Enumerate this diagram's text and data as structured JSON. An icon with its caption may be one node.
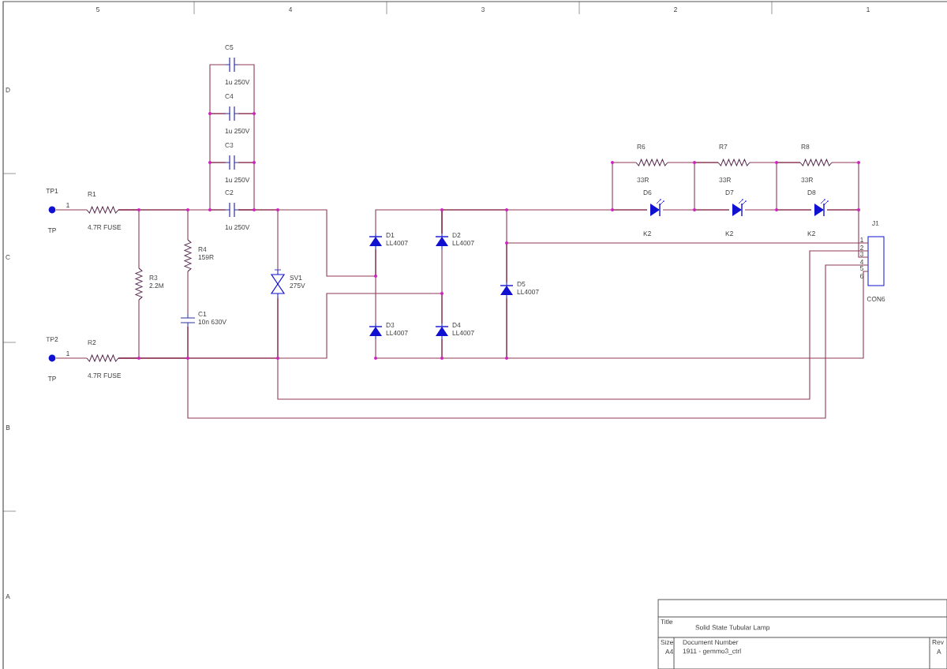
{
  "diagram": {
    "nodes": [
      {
        "text": [
          "TP1",
          "TP"
        ]
      },
      {
        "text": [
          "R1",
          "4.7R FUSE"
        ]
      },
      {
        "text": [
          "TP2",
          "TP"
        ]
      },
      {
        "text": [
          "R2",
          "4.7R FUSE"
        ]
      },
      {
        "text": [
          "R3",
          "2.2M"
        ]
      },
      {
        "text": [
          "R4",
          "159R"
        ]
      },
      {
        "text": [
          "C1",
          "10n 630V"
        ]
      },
      {
        "text": [
          "C5",
          "1u 250V"
        ]
      },
      {
        "text": [
          "C4",
          "1u 250V"
        ]
      },
      {
        "text": [
          "C3",
          "1u 250V"
        ]
      },
      {
        "text": [
          "C2",
          "1u 250V"
        ]
      },
      {
        "text": [
          "SV1",
          "275V"
        ]
      },
      {
        "text": [
          "D1",
          "LL4007"
        ]
      },
      {
        "text": [
          "D2",
          "LL4007"
        ]
      },
      {
        "text": [
          "D3",
          "LL4007"
        ]
      },
      {
        "text": [
          "D4",
          "LL4007"
        ]
      },
      {
        "text": [
          "D5",
          "LL4007"
        ]
      },
      {
        "text": [
          "R6",
          "33R"
        ]
      },
      {
        "text": [
          "D6",
          "K2"
        ]
      },
      {
        "text": [
          "R7",
          "33R"
        ]
      },
      {
        "text": [
          "D7",
          "K2"
        ]
      },
      {
        "text": [
          "R8",
          "33R"
        ]
      },
      {
        "text": [
          "D8",
          "K2"
        ]
      },
      {
        "text": [
          "J1",
          "CON6"
        ]
      }
    ],
    "edges": [
      {
        "from": 0,
        "to": 1,
        "arrow": "none"
      },
      {
        "from": 1,
        "to": 4,
        "arrow": "none"
      },
      {
        "from": 1,
        "to": 5,
        "arrow": "none"
      },
      {
        "from": 1,
        "to": 10,
        "arrow": "none"
      },
      {
        "from": 10,
        "to": 9,
        "arrow": "none"
      },
      {
        "from": 9,
        "to": 8,
        "arrow": "none"
      },
      {
        "from": 8,
        "to": 7,
        "arrow": "none"
      },
      {
        "from": 10,
        "to": 9,
        "arrow": "none"
      },
      {
        "from": 9,
        "to": 8,
        "arrow": "none"
      },
      {
        "from": 8,
        "to": 7,
        "arrow": "none"
      },
      {
        "from": 5,
        "to": 6,
        "arrow": "none"
      },
      {
        "from": 10,
        "to": 11,
        "arrow": "none"
      },
      {
        "from": 10,
        "to": 12,
        "arrow": "none"
      },
      {
        "from": 2,
        "to": 3,
        "arrow": "none"
      },
      {
        "from": 3,
        "to": 4,
        "arrow": "none"
      },
      {
        "from": 3,
        "to": 6,
        "arrow": "none"
      },
      {
        "from": 3,
        "to": 11,
        "arrow": "none"
      },
      {
        "from": 3,
        "to": 15,
        "arrow": "none"
      },
      {
        "from": 12,
        "to": 14,
        "arrow": "none"
      },
      {
        "from": 13,
        "to": 15,
        "arrow": "none"
      },
      {
        "from": 12,
        "to": 13,
        "arrow": "none"
      },
      {
        "from": 14,
        "to": 15,
        "arrow": "none"
      },
      {
        "from": 13,
        "to": 16,
        "arrow": "none"
      },
      {
        "from": 15,
        "to": 16,
        "arrow": "none"
      },
      {
        "from": 16,
        "to": 23,
        "arrow": "none"
      },
      {
        "from": 13,
        "to": 18,
        "arrow": "none"
      },
      {
        "from": 17,
        "to": 18,
        "arrow": "none"
      },
      {
        "from": 19,
        "to": 20,
        "arrow": "none"
      },
      {
        "from": 21,
        "to": 22,
        "arrow": "none"
      },
      {
        "from": 21,
        "to": 22,
        "arrow": "none"
      },
      {
        "from": 17,
        "to": 19,
        "arrow": "none"
      },
      {
        "from": 19,
        "to": 21,
        "arrow": "none"
      },
      {
        "from": 18,
        "to": 20,
        "arrow": "none"
      },
      {
        "from": 20,
        "to": 22,
        "arrow": "none"
      },
      {
        "from": 22,
        "to": 23,
        "arrow": "none"
      },
      {
        "from": 11,
        "to": 23,
        "arrow": "none"
      },
      {
        "from": 6,
        "to": 23,
        "arrow": "none"
      },
      {
        "from": 16,
        "to": 23,
        "arrow": "none"
      }
    ],
    "labels": [
      "5",
      "4",
      "3",
      "2",
      "1",
      "D",
      "C",
      "B",
      "A",
      "1",
      "1",
      "1",
      "2",
      "3",
      "4",
      "5",
      "6",
      "Title",
      "Solid State Tubular Lamp",
      "Size",
      "A4",
      "Document Number",
      "1911 - gemmo3_ctrl",
      "Rev",
      "A"
    ]
  }
}
